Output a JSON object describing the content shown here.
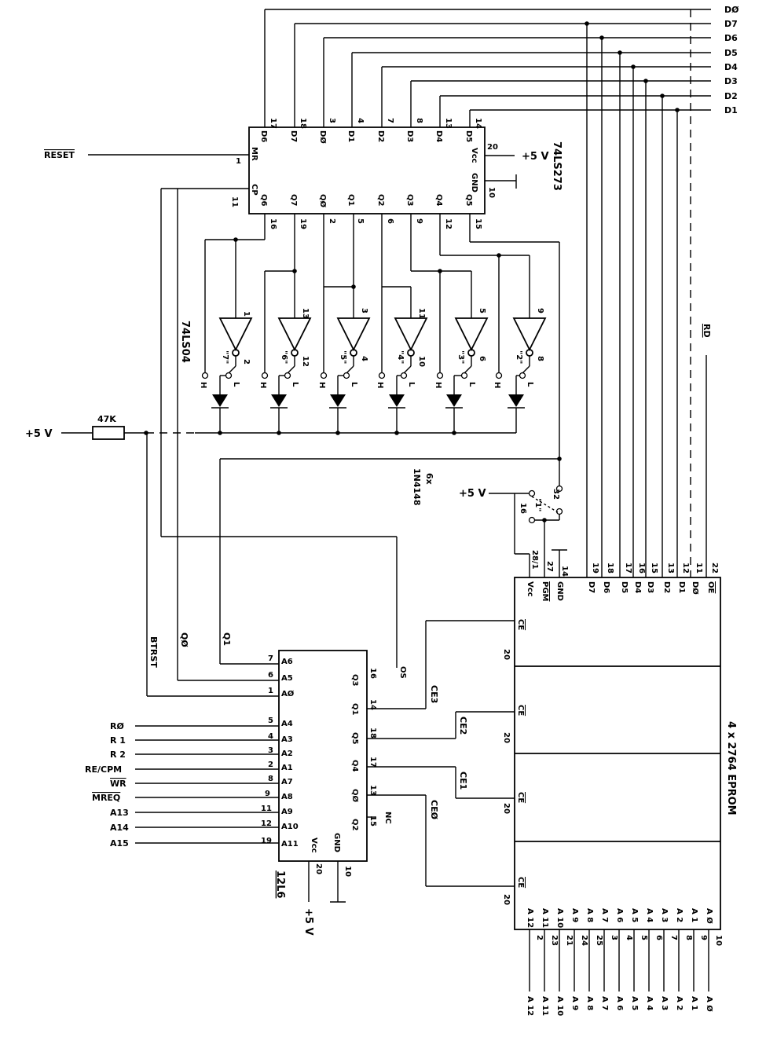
{
  "bus_labels": [
    "DØ",
    "D7",
    "D6",
    "D5",
    "D4",
    "D3",
    "D2",
    "D1"
  ],
  "latch": {
    "part": "74LS273",
    "top_pins": [
      {
        "num": "17",
        "name": "D6"
      },
      {
        "num": "18",
        "name": "D7"
      },
      {
        "num": "3",
        "name": "DØ"
      },
      {
        "num": "4",
        "name": "D1"
      },
      {
        "num": "7",
        "name": "D2"
      },
      {
        "num": "8",
        "name": "D3"
      },
      {
        "num": "13",
        "name": "D4"
      },
      {
        "num": "14",
        "name": "D5"
      }
    ],
    "bottom_pins": [
      {
        "num": "16",
        "name": "Q6"
      },
      {
        "num": "19",
        "name": "Q7"
      },
      {
        "num": "2",
        "name": "QØ"
      },
      {
        "num": "5",
        "name": "Q1"
      },
      {
        "num": "6",
        "name": "Q2"
      },
      {
        "num": "9",
        "name": "Q3"
      },
      {
        "num": "12",
        "name": "Q4"
      },
      {
        "num": "15",
        "name": "Q5"
      }
    ],
    "mr": {
      "num": "1",
      "name": "MR"
    },
    "cp": {
      "num": "11",
      "name": "CP"
    },
    "vcc": {
      "num": "20",
      "name": "Vcc"
    },
    "gnd": {
      "num": "10",
      "name": "GND"
    },
    "supply": "+5 V",
    "reset_label": "RESET"
  },
  "inverters": {
    "part": "74LS04",
    "gates": [
      {
        "in": "1",
        "out": "2",
        "tag": "\"7\"",
        "h": "H",
        "l": "L"
      },
      {
        "in": "13",
        "out": "12",
        "tag": "\"6\"",
        "h": "H",
        "l": "L"
      },
      {
        "in": "3",
        "out": "4",
        "tag": "\"5\"",
        "h": "H",
        "l": "L"
      },
      {
        "in": "11",
        "out": "10",
        "tag": "\"4\"",
        "h": "H",
        "l": "L"
      },
      {
        "in": "5",
        "out": "6",
        "tag": "\"3\"",
        "h": "H",
        "l": "L"
      },
      {
        "in": "9",
        "out": "8",
        "tag": "\"2\"",
        "h": "H",
        "l": "L"
      }
    ]
  },
  "resistor": {
    "value": "47K",
    "supply": "+5 V"
  },
  "diodes": {
    "count": "6x",
    "part": "1N4148"
  },
  "rd_label": "RD",
  "jumper": {
    "supply": "+5 V",
    "pin_a": "16",
    "pin_b": "32",
    "tag": "\"1\""
  },
  "pal": {
    "part": "12L6",
    "left_pins": [
      {
        "num": "7",
        "name": "A6"
      },
      {
        "num": "6",
        "name": "A5"
      },
      {
        "num": "1",
        "name": "AØ"
      },
      {
        "num": "5",
        "name": "A4"
      },
      {
        "num": "4",
        "name": "A3"
      },
      {
        "num": "3",
        "name": "A2"
      },
      {
        "num": "2",
        "name": "A1"
      },
      {
        "num": "8",
        "name": "A7"
      },
      {
        "num": "9",
        "name": "A8"
      },
      {
        "num": "11",
        "name": "A9"
      },
      {
        "num": "12",
        "name": "A10"
      },
      {
        "num": "19",
        "name": "A11"
      }
    ],
    "right_pins": [
      {
        "num": "16",
        "name": "Q3"
      },
      {
        "num": "14",
        "name": "Q1"
      },
      {
        "num": "18",
        "name": "Q5"
      },
      {
        "num": "17",
        "name": "Q4"
      },
      {
        "num": "13",
        "name": "QØ"
      },
      {
        "num": "15",
        "name": "Q2"
      }
    ],
    "vcc": {
      "num": "20",
      "name": "Vcc"
    },
    "gnd": {
      "num": "10",
      "name": "GND"
    },
    "supply": "+5 V",
    "nc": "NC",
    "os": "OS",
    "ce_labels": [
      "CE3",
      "CE2",
      "CE1",
      "CEØ"
    ]
  },
  "signals": {
    "inputs": [
      "RØ",
      "R 1",
      "R 2",
      "RE/CPM",
      "WR",
      "MREQ",
      "A13",
      "A14",
      "A15"
    ],
    "btrst": "BTRST",
    "q0": "QØ",
    "q1": "Q1"
  },
  "eprom": {
    "part": "4 x  2764 EPROM",
    "top_pins": [
      {
        "num": "28/1",
        "name": "Vcc"
      },
      {
        "num": "27",
        "name": "PGM"
      },
      {
        "num": "14",
        "name": "GND"
      },
      {
        "num": "19",
        "name": "D7"
      },
      {
        "num": "18",
        "name": "D6"
      },
      {
        "num": "17",
        "name": "D5"
      },
      {
        "num": "16",
        "name": "D4"
      },
      {
        "num": "15",
        "name": "D3"
      },
      {
        "num": "13",
        "name": "D2"
      },
      {
        "num": "12",
        "name": "D1"
      },
      {
        "num": "11",
        "name": "DØ"
      },
      {
        "num": "22",
        "name": "OE"
      }
    ],
    "ce_name": "CE",
    "ce_pin": "20",
    "bottom_pins": [
      {
        "num": "2",
        "name": "A 12"
      },
      {
        "num": "23",
        "name": "A 11"
      },
      {
        "num": "21",
        "name": "A 10"
      },
      {
        "num": "24",
        "name": "A 9"
      },
      {
        "num": "25",
        "name": "A 8"
      },
      {
        "num": "3",
        "name": "A 7"
      },
      {
        "num": "4",
        "name": "A 6"
      },
      {
        "num": "5",
        "name": "A 5"
      },
      {
        "num": "6",
        "name": "A 4"
      },
      {
        "num": "7",
        "name": "A 3"
      },
      {
        "num": "8",
        "name": "A 2"
      },
      {
        "num": "9",
        "name": "A 1"
      },
      {
        "num": "10",
        "name": "A Ø"
      }
    ]
  }
}
